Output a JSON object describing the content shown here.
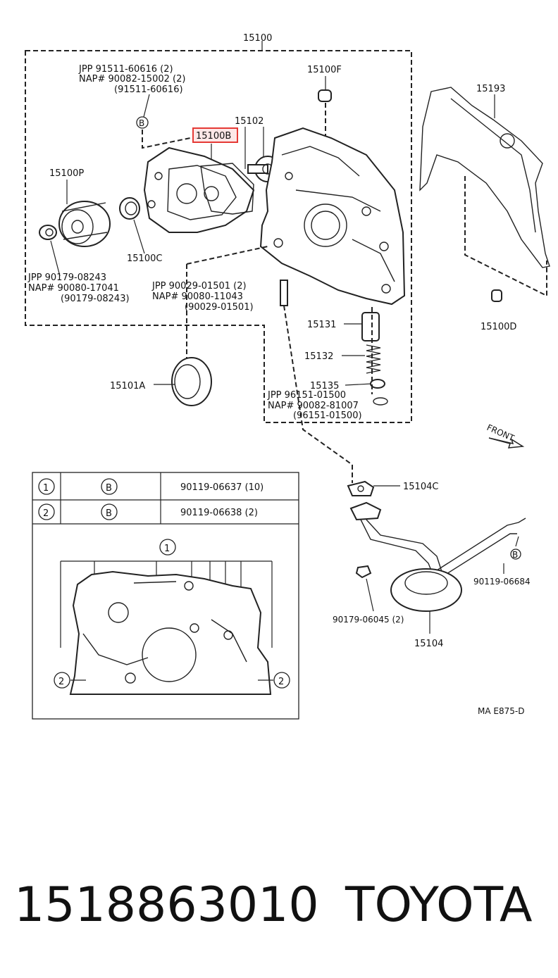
{
  "main_assembly": "15100",
  "parts": {
    "p15100F": "15100F",
    "p15193": "15193",
    "p15102": "15102",
    "p15100B": "15100B",
    "p15100P": "15100P",
    "p15100C": "15100C",
    "p15100D": "15100D",
    "p15131": "15131",
    "p15132": "15132",
    "p15135": "15135",
    "p15101A": "15101A",
    "p15104C": "15104C",
    "p15104": "15104",
    "bolt_90119_06684": "90119-06684",
    "bolt_90179_06045": "90179-06045 (2)"
  },
  "callouts": {
    "a": {
      "l1": "JPP    91511-60616 (2)",
      "l2": "NAP#  90082-15002 (2)",
      "l3": "(91511-60616)"
    },
    "b": {
      "l1": "JPP       90179-08243",
      "l2": "NAP#  90080-17041",
      "l3": "(90179-08243)"
    },
    "c": {
      "l1": "JPP       90029-01501 (2)",
      "l2": "NAP#  90080-11043",
      "l3": "(90029-01501)"
    },
    "d": {
      "l1": "JPP    96151-01500",
      "l2": "NAP#  90082-81007",
      "l3": "(96151-01500)"
    }
  },
  "bolt_marker": "B",
  "front_label": "FRONT",
  "table": {
    "rows": [
      {
        "num": "1",
        "type": "B",
        "part": "90119-06637 (10)"
      },
      {
        "num": "2",
        "type": "B",
        "part": "90119-06638 (2)"
      }
    ]
  },
  "inset_markers": {
    "one": "1",
    "two": "2"
  },
  "diagram_code": "MA E875-D",
  "footer": {
    "part_number": "1518863010",
    "brand": "TOYOTA"
  },
  "colors": {
    "highlight_border": "#e53935",
    "highlight_fill": "#fde7e7",
    "ink": "#111111"
  }
}
